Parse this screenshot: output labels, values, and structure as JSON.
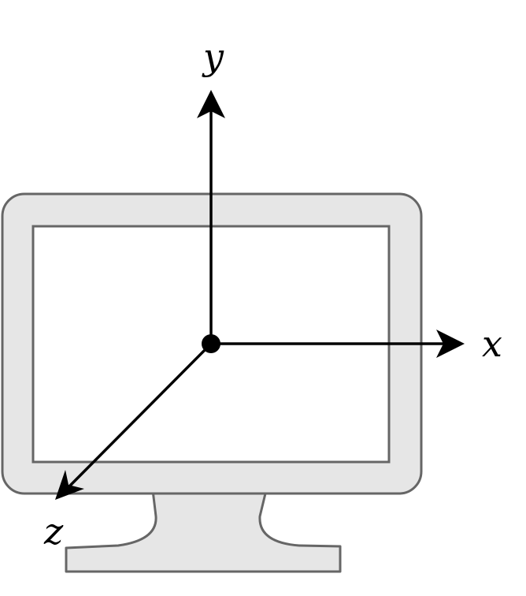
{
  "diagram": {
    "axes": {
      "x_label": "x",
      "y_label": "y",
      "z_label": "z"
    },
    "colors": {
      "monitor_fill": "#e6e6e6",
      "monitor_stroke": "#666666",
      "screen_fill": "#ffffff",
      "axis_color": "#000000",
      "background": "#ffffff"
    }
  }
}
